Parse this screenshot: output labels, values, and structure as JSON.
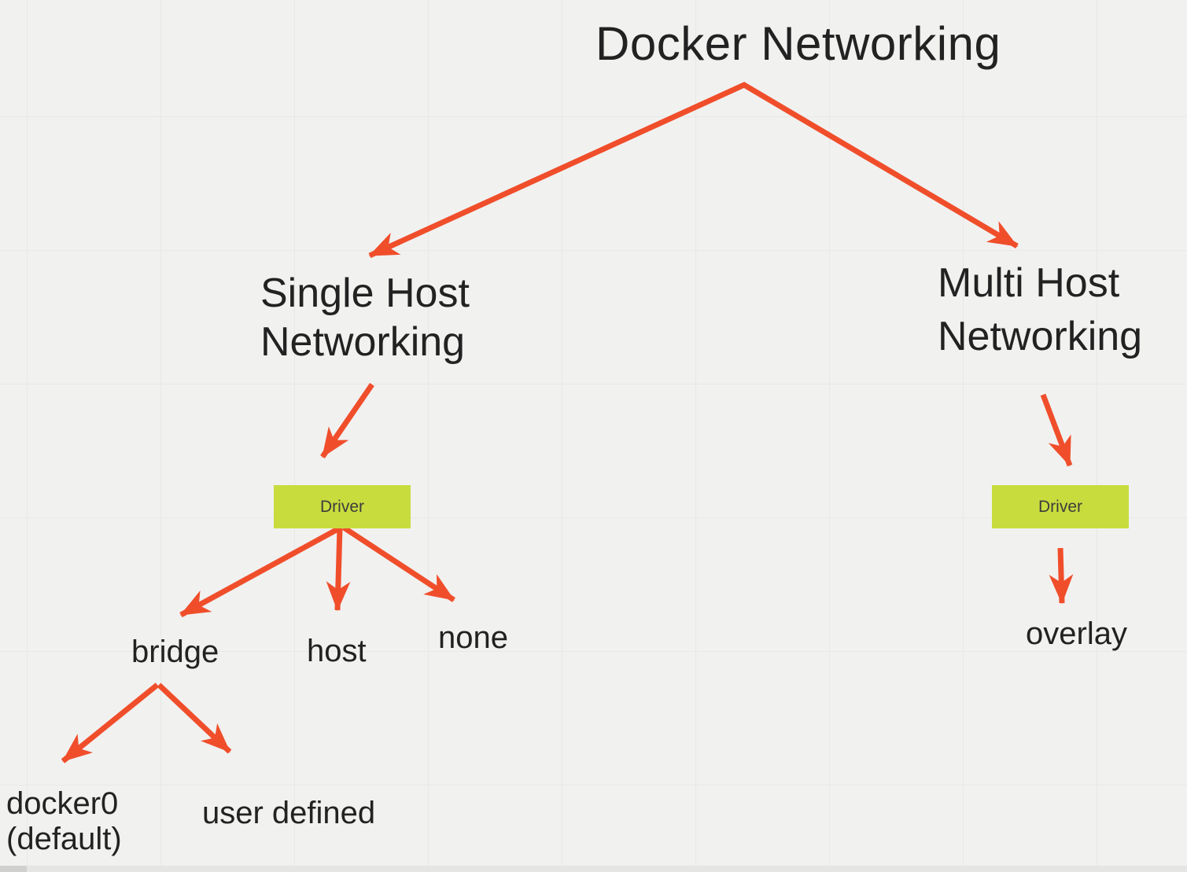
{
  "diagram": {
    "title": "Docker Networking",
    "colors": {
      "background": "#f1f1f0",
      "grid_line": "#e8e8e7",
      "arrow": "#f04e2b",
      "driver_box": "#c8dc3e",
      "text": "#222222",
      "driver_text": "#3c3c3c"
    },
    "nodes": {
      "root": {
        "label": "Docker Networking"
      },
      "single_host": {
        "label": "Single Host Networking",
        "line1": "Single Host",
        "line2": "Networking"
      },
      "multi_host": {
        "label": "Multi Host Networking",
        "line1": "Multi Host",
        "line2": "Networking"
      },
      "driver_left": {
        "label": "Driver"
      },
      "driver_right": {
        "label": "Driver"
      },
      "bridge": {
        "label": "bridge"
      },
      "host": {
        "label": "host"
      },
      "none": {
        "label": "none"
      },
      "overlay": {
        "label": "overlay"
      },
      "docker0": {
        "label": "docker0 (default)",
        "line1": "docker0",
        "line2": "(default)"
      },
      "user_defined": {
        "label": "user defined"
      }
    },
    "edges": [
      {
        "from": "root",
        "to": "single_host"
      },
      {
        "from": "root",
        "to": "multi_host"
      },
      {
        "from": "single_host",
        "to": "driver_left"
      },
      {
        "from": "driver_left",
        "to": "bridge"
      },
      {
        "from": "driver_left",
        "to": "host"
      },
      {
        "from": "driver_left",
        "to": "none"
      },
      {
        "from": "bridge",
        "to": "docker0"
      },
      {
        "from": "bridge",
        "to": "user_defined"
      },
      {
        "from": "multi_host",
        "to": "driver_right"
      },
      {
        "from": "driver_right",
        "to": "overlay"
      }
    ]
  }
}
